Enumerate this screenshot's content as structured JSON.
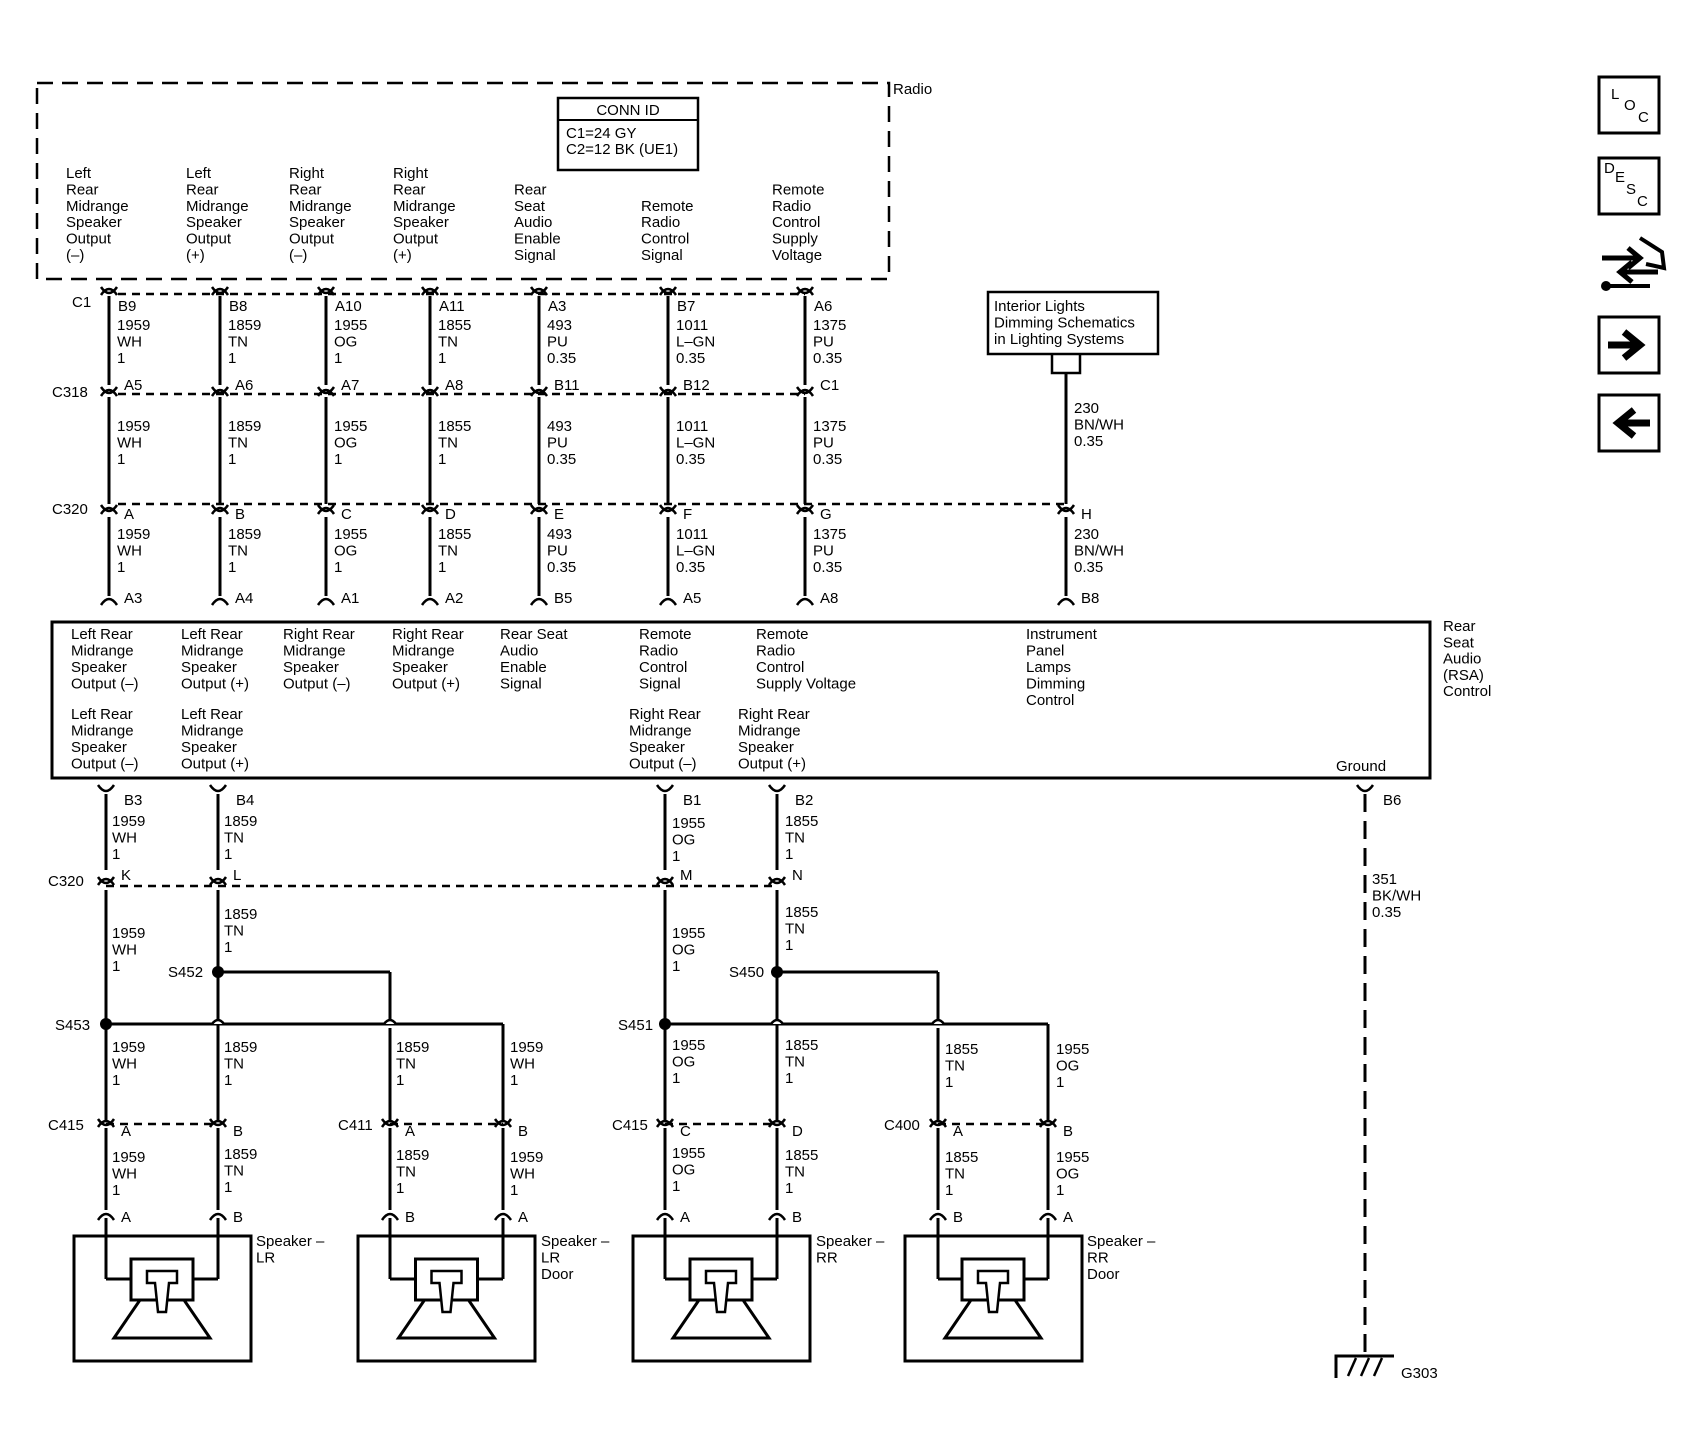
{
  "radio": {
    "label": "Radio",
    "conn_id": {
      "title": "CONN ID",
      "lines": [
        "C1=24 GY",
        "C2=12 BK (UE1)"
      ]
    },
    "pin_labels": [
      [
        "Left",
        "Rear",
        "Midrange",
        "Speaker",
        "Output",
        "(–)"
      ],
      [
        "Left",
        "Rear",
        "Midrange",
        "Speaker",
        "Output",
        "(+)"
      ],
      [
        "Right",
        "Rear",
        "Midrange",
        "Speaker",
        "Output",
        "(–)"
      ],
      [
        "Right",
        "Rear",
        "Midrange",
        "Speaker",
        "Output",
        "(+)"
      ],
      [
        "Rear",
        "Seat",
        "Audio",
        "Enable",
        "Signal"
      ],
      [
        "Remote",
        "Radio",
        "Control",
        "Signal"
      ],
      [
        "Remote",
        "Radio",
        "Control",
        "Supply",
        "Voltage"
      ]
    ]
  },
  "connectors": {
    "c1": {
      "name": "C1",
      "pins": [
        "B9",
        "B8",
        "A10",
        "A11",
        "A3",
        "B7",
        "A6"
      ]
    },
    "c318": {
      "name": "C318",
      "pins": [
        "A5",
        "A6",
        "A7",
        "A8",
        "B11",
        "B12",
        "C1"
      ]
    },
    "c320_top": {
      "name": "C320",
      "pins": [
        "A",
        "B",
        "C",
        "D",
        "E",
        "F",
        "G",
        "H"
      ]
    },
    "rsa_top": {
      "pins": [
        "A3",
        "A4",
        "A1",
        "A2",
        "B5",
        "A5",
        "A8",
        "B8"
      ]
    },
    "rsa_bottom": {
      "pins": [
        "B3",
        "B4",
        "B1",
        "B2",
        "B6"
      ]
    },
    "c320_bottom": {
      "name": "C320",
      "pins": [
        "K",
        "L",
        "M",
        "N"
      ]
    }
  },
  "wires_top": [
    [
      "1959",
      "WH",
      "1"
    ],
    [
      "1859",
      "TN",
      "1"
    ],
    [
      "1955",
      "OG",
      "1"
    ],
    [
      "1855",
      "TN",
      "1"
    ],
    [
      "493",
      "PU",
      "0.35"
    ],
    [
      "1011",
      "L–GN",
      "0.35"
    ],
    [
      "1375",
      "PU",
      "0.35"
    ]
  ],
  "dimming": {
    "ref_lines": [
      "Interior Lights",
      "Dimming Schematics",
      "in Lighting Systems"
    ],
    "wire": [
      "230",
      "BN/WH",
      "0.35"
    ]
  },
  "rsa": {
    "name_lines": [
      "Rear",
      "Seat",
      "Audio",
      "(RSA)",
      "Control"
    ],
    "top_labels": [
      [
        "Left Rear",
        "Midrange",
        "Speaker",
        "Output (–)"
      ],
      [
        "Left Rear",
        "Midrange",
        "Speaker",
        "Output (+)"
      ],
      [
        "Right Rear",
        "Midrange",
        "Speaker",
        "Output (–)"
      ],
      [
        "Right Rear",
        "Midrange",
        "Speaker",
        "Output (+)"
      ],
      [
        "Rear Seat",
        "Audio",
        "Enable",
        "Signal"
      ],
      [
        "Remote",
        "Radio",
        "Control",
        "Signal"
      ],
      [
        "Remote",
        "Radio",
        "Control",
        "Supply Voltage"
      ],
      [
        "Instrument",
        "Panel",
        "Lamps",
        "Dimming",
        "Control"
      ]
    ],
    "bottom_labels": [
      [
        "Left Rear",
        "Midrange",
        "Speaker",
        "Output (–)"
      ],
      [
        "Left Rear",
        "Midrange",
        "Speaker",
        "Output (+)"
      ],
      [
        "Right Rear",
        "Midrange",
        "Speaker",
        "Output (–)"
      ],
      [
        "Right Rear",
        "Midrange",
        "Speaker",
        "Output (+)"
      ]
    ],
    "ground_label": "Ground"
  },
  "wires_bottom": {
    "wh": [
      "1959",
      "WH",
      "1"
    ],
    "tn_left": [
      "1859",
      "TN",
      "1"
    ],
    "og": [
      "1955",
      "OG",
      "1"
    ],
    "tn_right": [
      "1855",
      "TN",
      "1"
    ],
    "ground": [
      "351",
      "BK/WH",
      "0.35"
    ]
  },
  "splices": [
    "S452",
    "S453",
    "S451",
    "S450"
  ],
  "door_connectors": {
    "c415_left": {
      "name": "C415",
      "pins": [
        "A",
        "B"
      ]
    },
    "c411": {
      "name": "C411",
      "pins": [
        "A",
        "B"
      ]
    },
    "c415_right": {
      "name": "C415",
      "pins": [
        "C",
        "D"
      ]
    },
    "c400": {
      "name": "C400",
      "pins": [
        "A",
        "B"
      ]
    }
  },
  "speaker_pins": [
    [
      "A",
      "B"
    ],
    [
      "B",
      "A"
    ],
    [
      "A",
      "B"
    ],
    [
      "B",
      "A"
    ]
  ],
  "speakers": [
    [
      "Speaker –",
      "LR"
    ],
    [
      "Speaker –",
      "LR",
      "Door"
    ],
    [
      "Speaker –",
      "RR"
    ],
    [
      "Speaker –",
      "RR",
      "Door"
    ]
  ],
  "ground": "G303",
  "nav": {
    "loc": [
      "L",
      "O",
      "C"
    ],
    "desc": [
      "D",
      "E",
      "S",
      "C"
    ],
    "next": "→",
    "prev": "←"
  }
}
